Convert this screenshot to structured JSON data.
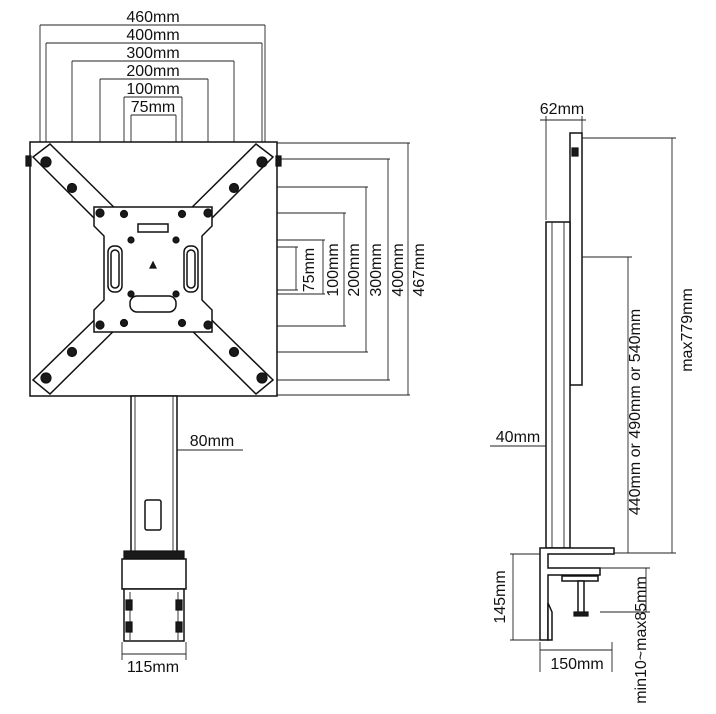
{
  "front_view": {
    "width_dims": [
      "460mm",
      "400mm",
      "300mm",
      "200mm",
      "100mm",
      "75mm"
    ],
    "height_dims": [
      "75mm",
      "100mm",
      "200mm",
      "300mm",
      "400mm",
      "467mm"
    ],
    "pole_width": "80mm",
    "clamp_width": "115mm"
  },
  "side_view": {
    "depth": "62mm",
    "pole_depth": "40mm",
    "max_height": "max779mm",
    "adjust_height": "440mm or 490mm or 540mm",
    "clamp_height": "145mm",
    "clamp_base": "150mm",
    "desk_thickness": "min10~max85mm"
  }
}
